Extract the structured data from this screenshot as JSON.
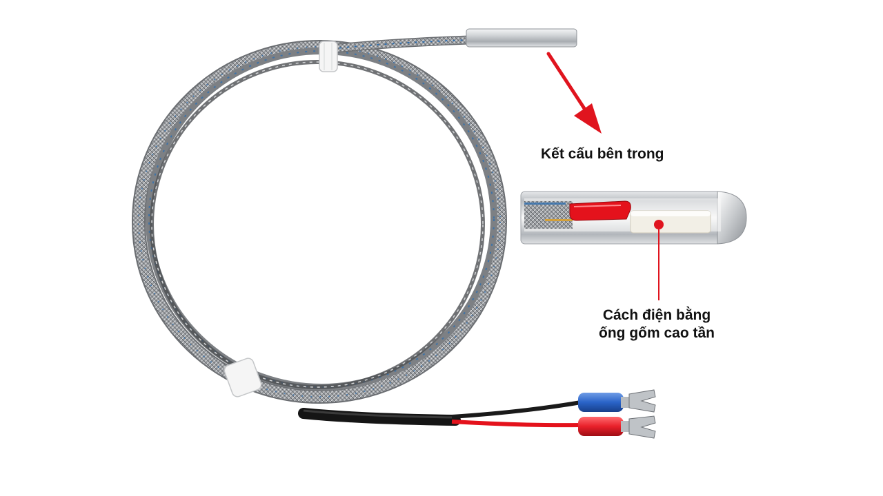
{
  "labels": {
    "internal_structure": "Kết cấu bên trong",
    "insulation_line1": "Cách điện bằng",
    "insulation_line2": "ống gốm cao tần"
  },
  "colors": {
    "annotation": "#e0141e",
    "braid_metal": "#8f9296",
    "braid_thread": "#2f6fb0",
    "probe_steel": "#c9ccd0",
    "sleeve_black": "#151515",
    "wire_red": "#e4121c",
    "wire_blue": "#1f5fbf",
    "terminal_blue": "#2a63c8",
    "terminal_red": "#e8202a",
    "ceramic": "#f2efe6"
  },
  "icons": {
    "arrow": "red-arrow-icon",
    "spade_terminal": "spade-terminal-icon"
  }
}
